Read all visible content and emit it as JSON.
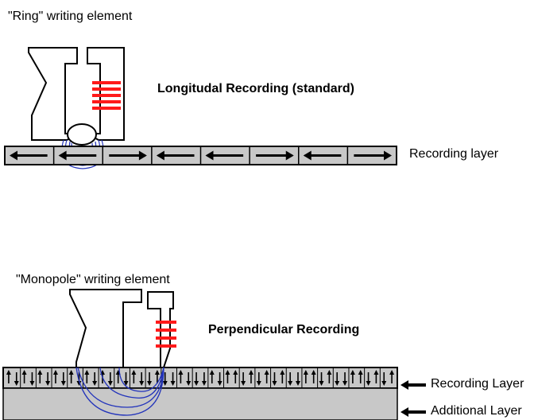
{
  "top": {
    "element_label": "\"Ring\" writing element",
    "title": "Longitudal Recording (standard)",
    "layer_label": "Recording layer",
    "bit_directions": [
      "left",
      "left",
      "right",
      "left",
      "left",
      "right",
      "left",
      "right"
    ]
  },
  "bottom": {
    "element_label": "\"Monopole\" writing element",
    "title": "Perpendicular Recording",
    "recording_layer_label": "Recording Layer",
    "additional_layer_label": "Additional Layer",
    "bit_directions": [
      "up",
      "down",
      "up",
      "down",
      "up",
      "down",
      "up",
      "down",
      "up",
      "down",
      "up",
      "down",
      "up",
      "down",
      "up",
      "down",
      "up",
      "down",
      "down",
      "up",
      "down",
      "down",
      "up",
      "down",
      "down",
      "down",
      "up",
      "down",
      "up",
      "up",
      "down",
      "up",
      "down",
      "up",
      "down",
      "up",
      "down",
      "down",
      "up",
      "up",
      "down",
      "up",
      "down",
      "down",
      "up",
      "up",
      "down",
      "up",
      "down",
      "up"
    ]
  },
  "colors": {
    "coil": "#ff1a1a",
    "flux_lines": "#2233bb",
    "layer_fill": "#c8c8c8"
  }
}
